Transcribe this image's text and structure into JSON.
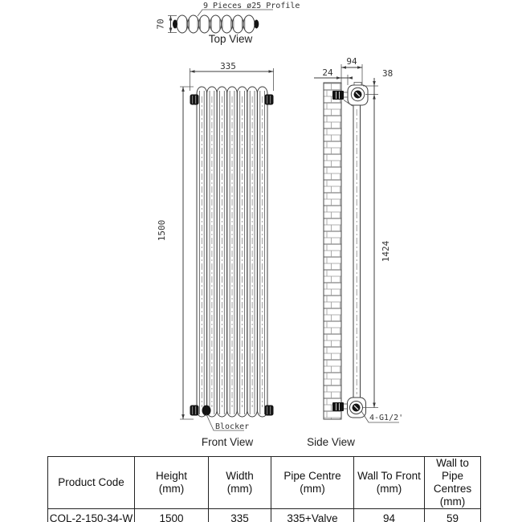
{
  "views": {
    "top": {
      "title": "Top View",
      "note": "9 Pieces ø25 Profile",
      "depth": "70"
    },
    "front": {
      "title": "Front View",
      "width": "335",
      "height": "1500",
      "blocker_label": "Blocker"
    },
    "side": {
      "title": "Side View",
      "wall_gap": "24",
      "wall_to_front": "94",
      "top_to_pipe": "38",
      "pipe_centres_height": "1424",
      "tapping": "4-G1/2'"
    }
  },
  "table": {
    "headers": [
      {
        "lines": [
          "Product Code",
          "",
          ""
        ]
      },
      {
        "lines": [
          "Height",
          "(mm)",
          ""
        ]
      },
      {
        "lines": [
          "Width",
          "(mm)",
          ""
        ]
      },
      {
        "lines": [
          "Pipe Centre",
          "(mm)",
          ""
        ]
      },
      {
        "lines": [
          "Wall To Front",
          "(mm)",
          ""
        ]
      },
      {
        "lines": [
          "Wall to",
          "Pipe Centres",
          "(mm)"
        ]
      }
    ],
    "row": [
      "COL-2-150-34-W",
      "1500",
      "335",
      "335+Valve",
      "94",
      "59"
    ]
  }
}
